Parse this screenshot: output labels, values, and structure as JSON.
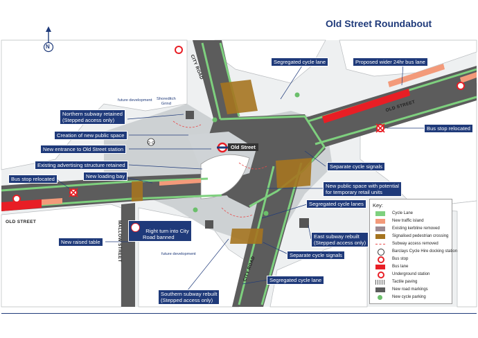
{
  "title": "Old Street Roundabout",
  "north": "N",
  "colors": {
    "cycle_lane": "#7ed07e",
    "traffic_island": "#f39a7a",
    "kerbline_removed": "#9c8a92",
    "signal_crossing": "#a57420",
    "bus_lane": "#e81e25",
    "callout_bg": "#1f3a7a",
    "road": "#5a5a5a",
    "pavement": "#cfd2d4",
    "buildings": "#ffffff"
  },
  "roads": {
    "city_road_north": "CITY ROAD",
    "old_street_east": "OLD STREET",
    "old_street_west": "OLD STREET",
    "mallow_street": "MALLOW STREET",
    "city_road_south": "CITY ROAD"
  },
  "place_labels": {
    "future_dev_north": "future development",
    "shoreditch_grind": "Shoreditch\nGrind",
    "future_dev_south": "future development",
    "old_street_station": "Old Street"
  },
  "callouts": {
    "segregated_cycle_lane_top": "Segregated cycle lane",
    "proposed_bus_lane": "Proposed wider 24hr bus lane",
    "northern_subway": "Northern subway retained\n(Stepped access only)",
    "public_space": "Creation of new public space",
    "new_entrance": "New entrance to Old Street station",
    "bus_stop_relocated_east": "Bus stop relocated",
    "advertising": "Existing advertising structure retained",
    "separate_cycle_signals_top": "Separate cycle signals",
    "bus_stop_relocated_west": "Bus stop relocated",
    "loading_bay": "New loading bay",
    "retail_units": "New public space with potential\nfor temporary retail units",
    "segregated_cycle_lanes": "Segregated cycle lanes",
    "right_turn": "Right turn into City\nRoad banned",
    "east_subway": "East subway rebuilt\n(Stepped access only)",
    "raised_table": "New raised table",
    "separate_cycle_signals_bottom": "Separate cycle signals",
    "segregated_cycle_lane_bottom": "Segregated cycle lane",
    "southern_subway": "Southern subway rebuilt\n(Stepped access only)"
  },
  "legend": {
    "title": "Key:",
    "items": [
      {
        "label": "Cycle Lane",
        "icon": "green-swatch"
      },
      {
        "label": "New traffic island",
        "icon": "salmon-swatch"
      },
      {
        "label": "Existing kerbline removed",
        "icon": "grey-purple-swatch"
      },
      {
        "label": "Signalised pedestrian crossing",
        "icon": "brown-swatch"
      },
      {
        "label": "Subway access removed",
        "icon": "dashed-line"
      },
      {
        "label": "Barclays Cycle Hire docking station",
        "icon": "bike-icon"
      },
      {
        "label": "Bus stop",
        "icon": "bus-stop-icon"
      },
      {
        "label": "Bus lane",
        "icon": "red-swatch"
      },
      {
        "label": "Underground station",
        "icon": "roundel-icon"
      },
      {
        "label": "Tactile paving",
        "icon": "tactile-icon"
      },
      {
        "label": "New road markings",
        "icon": "road-markings-icon"
      },
      {
        "label": "New cycle parking",
        "icon": "p-icon"
      }
    ]
  }
}
